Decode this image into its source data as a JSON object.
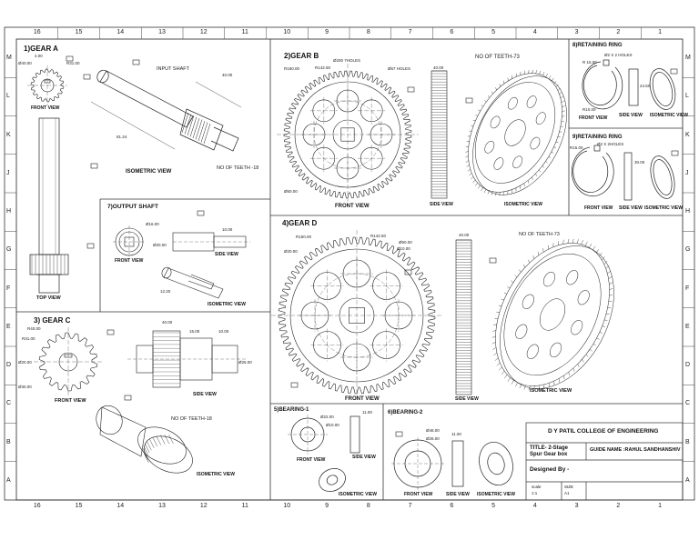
{
  "zones": {
    "columns": [
      "16",
      "15",
      "14",
      "13",
      "12",
      "11",
      "10",
      "9",
      "8",
      "7",
      "6",
      "5",
      "4",
      "3",
      "2",
      "1"
    ],
    "rows": [
      "M",
      "L",
      "K",
      "J",
      "H",
      "G",
      "F",
      "E",
      "D",
      "C",
      "B",
      "A"
    ]
  },
  "views": {
    "gear_a": {
      "title": "1)GEAR A",
      "front": "FRONT VIEW",
      "iso": "ISOMETRIC VIEW",
      "top": "TOP VIEW",
      "shaft_note": "INPUT SHAFT",
      "teeth_note": "NO OF TEETH -18"
    },
    "gear_b": {
      "title": "2)GEAR B",
      "front": "FRONT VIEW",
      "side": "SIDE VIEW",
      "iso": "ISOMETRIC VIEW",
      "teeth_note": "NO OF TEETH-73",
      "holes_note": "Ø200 7HOLES",
      "holes_note2": "Ø67 HOLES"
    },
    "gear_c": {
      "title": "3) GEAR C",
      "front": "FRONT VIEW",
      "side": "SIDE VIEW",
      "iso": "ISOMETRIC VIEW",
      "teeth_note": "NO OF TEETH-18"
    },
    "gear_d": {
      "title": "4)GEAR D",
      "front": "FRONT VIEW",
      "side": "SIDE VIEW",
      "iso": "ISOMETRIC VIEW",
      "teeth_note": "NO OF TEETH-73"
    },
    "output_shaft": {
      "title": "7)OUTPUT SHAFT",
      "front": "FRONT VIEW",
      "side": "SIDE VIEW",
      "iso": "ISOMETRIC VIEW"
    },
    "bearing1": {
      "title": "5)BEARING-1",
      "front": "FRONT VIEW",
      "side": "SIDE VIEW",
      "iso": "ISOMETRIC VIEW"
    },
    "bearing2": {
      "title": "6)BEARING-2",
      "front": "FRONT VIEW",
      "side": "SIDE VIEW",
      "iso": "ISOMETRIC VIEW"
    },
    "ring8": {
      "title": "8)RETAINING RING",
      "front": "FRONT VIEW",
      "side": "SIDE VIEW",
      "iso": "ISOMETRIC VIEW",
      "holes": "Ø2 X 2 HOLES"
    },
    "ring9": {
      "title": "9)RETAINING RING",
      "front": "FRONT VIEW",
      "side": "SIDE VIEW",
      "iso": "ISOMETRIC VIEW",
      "holes": "Ø2 X 2HOLES"
    }
  },
  "dims": {
    "a1": "Ø40.00",
    "a2": "4.00",
    "a3": "R31.00",
    "a4": "40.00",
    "a5": "81.24",
    "b1": "R150.00",
    "b2": "R142.50",
    "b3": "Ø50.00",
    "b4": "40.00",
    "c1": "R40.00",
    "c2": "R31.00",
    "c3": "Ø20.00",
    "c4": "40.00",
    "c5": "15.00",
    "c6": "10.00",
    "c7": "Ø25.00",
    "c8": "Ø30.00",
    "d1": "R150.00",
    "d2": "R142.50",
    "d3": "Ø50.00",
    "d4": "Ø10.00",
    "d5": "Ø20.00",
    "d6": "40.00",
    "o1": "Ø16.00",
    "o2": "Ø20.00",
    "o3": "10.00",
    "o4": "12.20",
    "e1": "Ø22.00",
    "e2": "Ø10.00",
    "e3": "11.00",
    "f1": "Ø46.00",
    "f2": "Ø26.00",
    "f3": "11.00",
    "r1": "R 15.00",
    "r2": "24.50",
    "r3": "R10.00",
    "r4": "R15.00",
    "r5": "30.00"
  },
  "title_block": {
    "college": "D Y PATIL COLLEGE OF ENGINEERING",
    "title_line1": "TITLE- 2-Stage",
    "title_line2": "Spur Gear box",
    "guide": "GUIDE NAME :RAHUL SANDHANSHIV",
    "designed_by": "Designed By -",
    "scale_label": "scale",
    "scale_value": "1:1",
    "size_label": "SIZE",
    "size_value": "A1"
  }
}
